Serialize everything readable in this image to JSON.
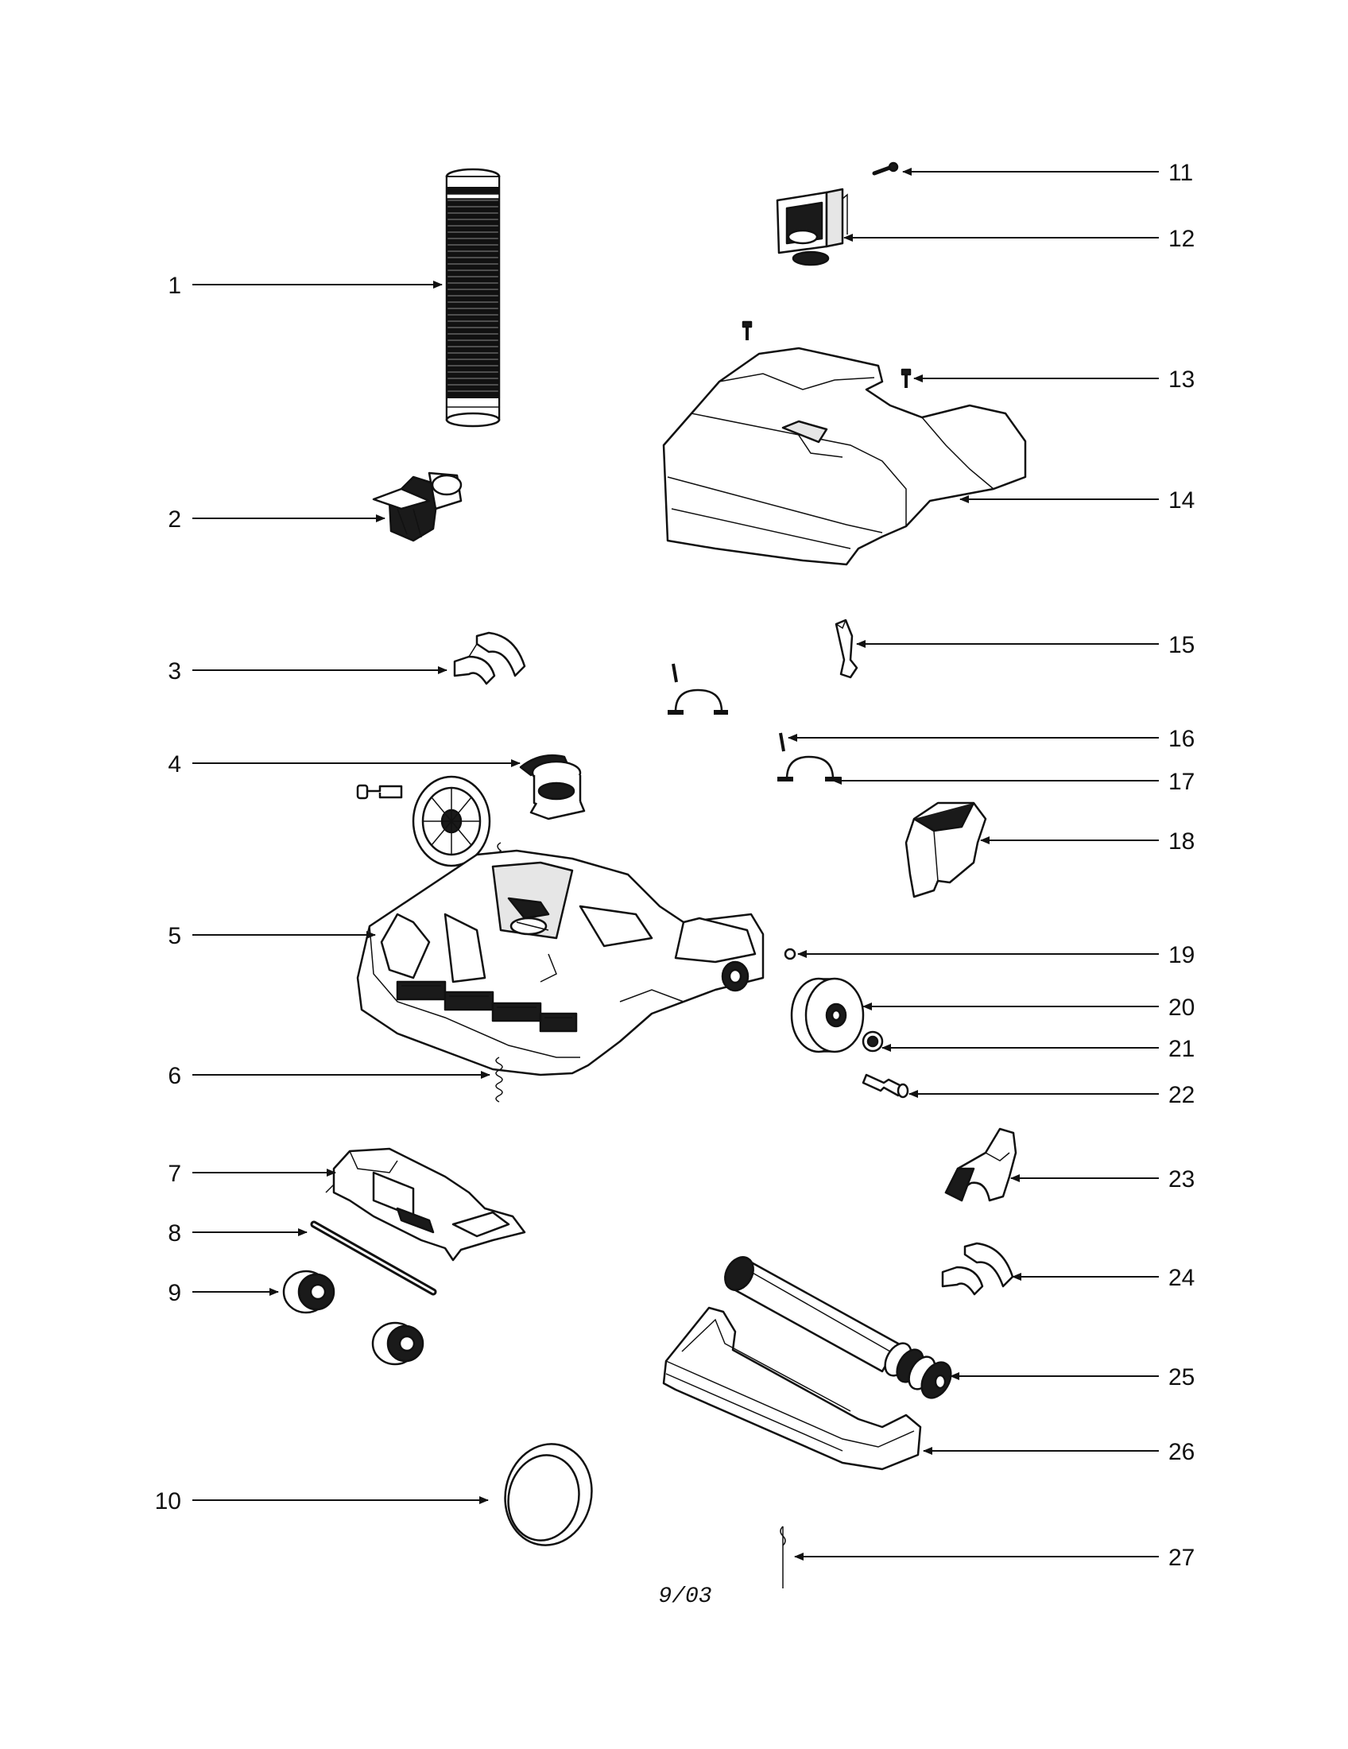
{
  "callouts": [
    {
      "id": "1",
      "label": "1"
    },
    {
      "id": "2",
      "label": "2"
    },
    {
      "id": "3",
      "label": "3"
    },
    {
      "id": "4",
      "label": "4"
    },
    {
      "id": "5",
      "label": "5"
    },
    {
      "id": "6",
      "label": "6"
    },
    {
      "id": "7",
      "label": "7"
    },
    {
      "id": "8",
      "label": "8"
    },
    {
      "id": "9",
      "label": "9"
    },
    {
      "id": "10",
      "label": "10"
    },
    {
      "id": "11",
      "label": "11"
    },
    {
      "id": "12",
      "label": "12"
    },
    {
      "id": "13",
      "label": "13"
    },
    {
      "id": "14",
      "label": "14"
    },
    {
      "id": "15",
      "label": "15"
    },
    {
      "id": "16",
      "label": "16"
    },
    {
      "id": "17",
      "label": "17"
    },
    {
      "id": "18",
      "label": "18"
    },
    {
      "id": "19",
      "label": "19"
    },
    {
      "id": "20",
      "label": "20"
    },
    {
      "id": "21",
      "label": "21"
    },
    {
      "id": "22",
      "label": "22"
    },
    {
      "id": "23",
      "label": "23"
    },
    {
      "id": "24",
      "label": "24"
    },
    {
      "id": "25",
      "label": "25"
    },
    {
      "id": "26",
      "label": "26"
    },
    {
      "id": "27",
      "label": "27"
    }
  ],
  "footer": {
    "date_code": "9/03"
  }
}
